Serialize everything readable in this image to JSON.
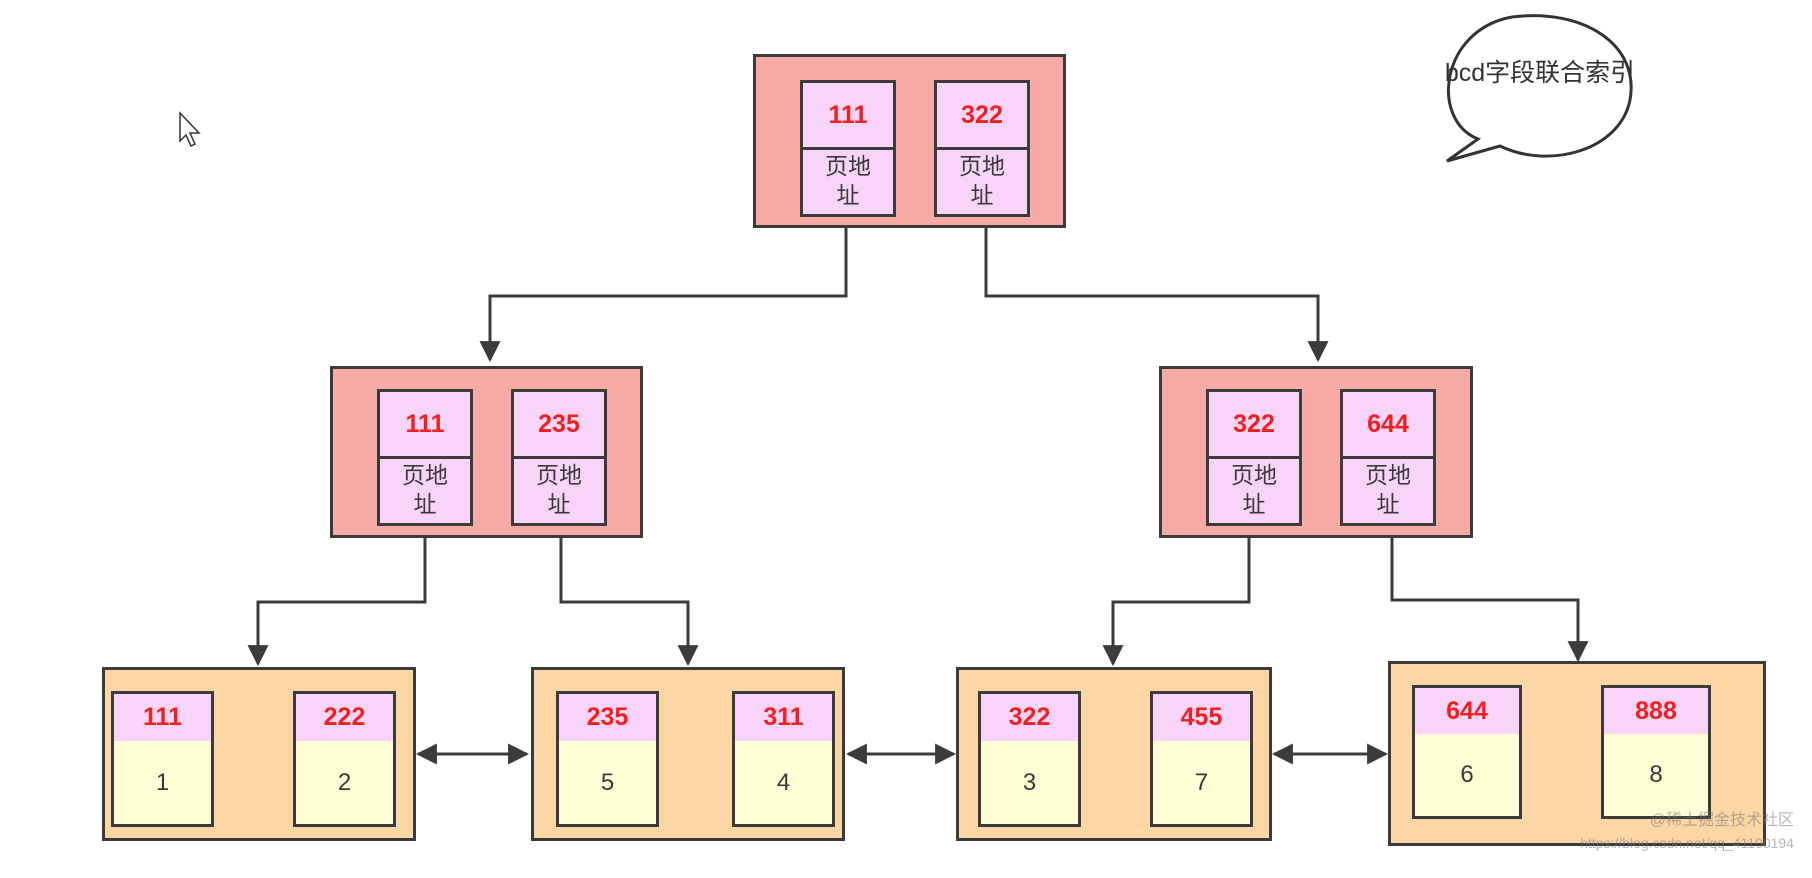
{
  "annotation": {
    "text": "bcd字段联合索引"
  },
  "root": {
    "entries": [
      {
        "key": "111",
        "pointer": "页地址"
      },
      {
        "key": "322",
        "pointer": "页地址"
      }
    ]
  },
  "internal_nodes": [
    {
      "entries": [
        {
          "key": "111",
          "pointer": "页地址"
        },
        {
          "key": "235",
          "pointer": "页地址"
        }
      ]
    },
    {
      "entries": [
        {
          "key": "322",
          "pointer": "页地址"
        },
        {
          "key": "644",
          "pointer": "页地址"
        }
      ]
    }
  ],
  "leaf_nodes": [
    {
      "entries": [
        {
          "key": "111",
          "value": "1"
        },
        {
          "key": "222",
          "value": "2"
        }
      ]
    },
    {
      "entries": [
        {
          "key": "235",
          "value": "5"
        },
        {
          "key": "311",
          "value": "4"
        }
      ]
    },
    {
      "entries": [
        {
          "key": "322",
          "value": "3"
        },
        {
          "key": "455",
          "value": "7"
        }
      ]
    },
    {
      "entries": [
        {
          "key": "644",
          "value": "6"
        },
        {
          "key": "888",
          "value": "8"
        }
      ]
    }
  ],
  "watermark": {
    "line1": "@稀土掘金技术社区",
    "line2": "https://blog.csdn.net/qq_41100194"
  },
  "colors": {
    "internal_node_fill": "#f8aaa7",
    "leaf_node_fill": "#fcd6a5",
    "key_cell_fill": "#f9d4f9",
    "value_cell_fill": "#fffcd6",
    "key_text": "#ee2020",
    "line": "#3b3b3b"
  }
}
